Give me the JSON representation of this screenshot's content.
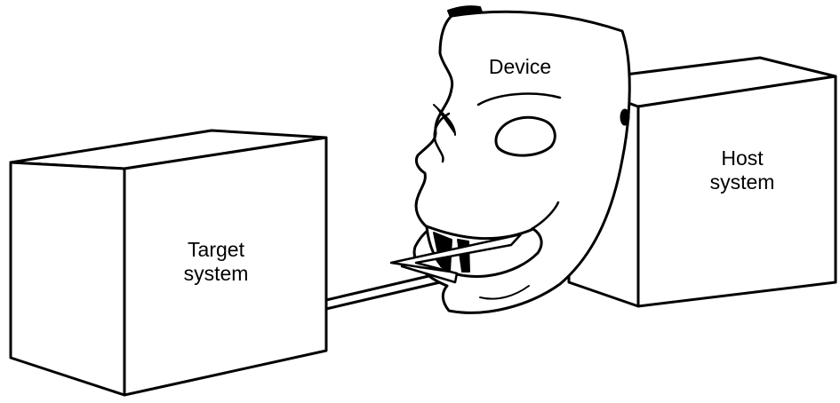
{
  "labels": {
    "target": [
      "Target",
      "system"
    ],
    "host": [
      "Host",
      "system"
    ],
    "device": "Device"
  },
  "colors": {
    "ink": "#000000",
    "paper": "#ffffff"
  },
  "icons": {
    "mask": "theatre-mask-icon"
  }
}
